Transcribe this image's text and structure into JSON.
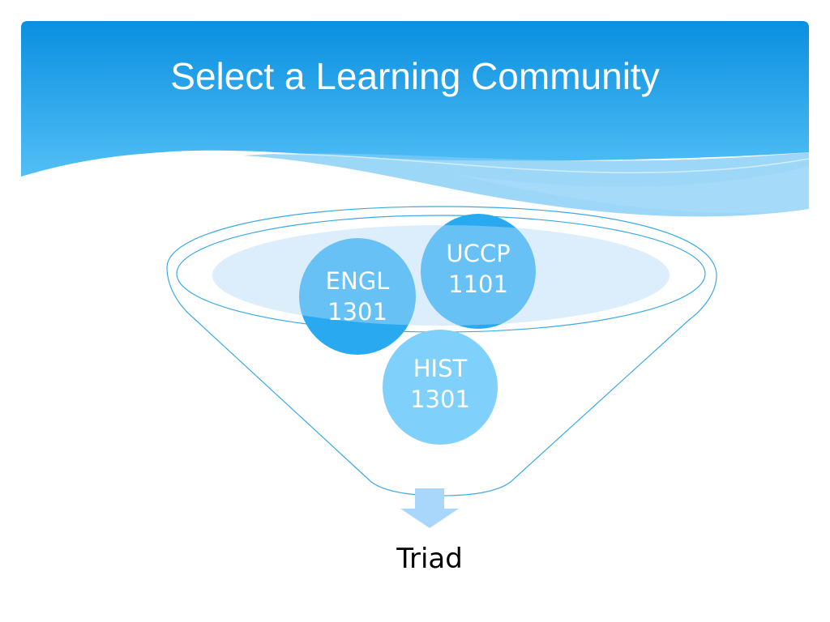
{
  "slide": {
    "title": "Select a Learning Community",
    "colors": {
      "header_top": "#0a8fe0",
      "header_bottom": "#3bb2f2",
      "funnel_stroke": "#3aaae6",
      "circle_primary": "#29aaf0",
      "circle_secondary": "#7fd0fb",
      "arrow": "#a9d6fb",
      "ellipse_fill": "#dcedfb"
    }
  },
  "funnel": {
    "inputs": [
      {
        "line1": "ENGL",
        "line2": "1301"
      },
      {
        "line1": "UCCP",
        "line2": "1101"
      },
      {
        "line1": "HIST",
        "line2": "1301"
      }
    ],
    "output": "Triad"
  }
}
